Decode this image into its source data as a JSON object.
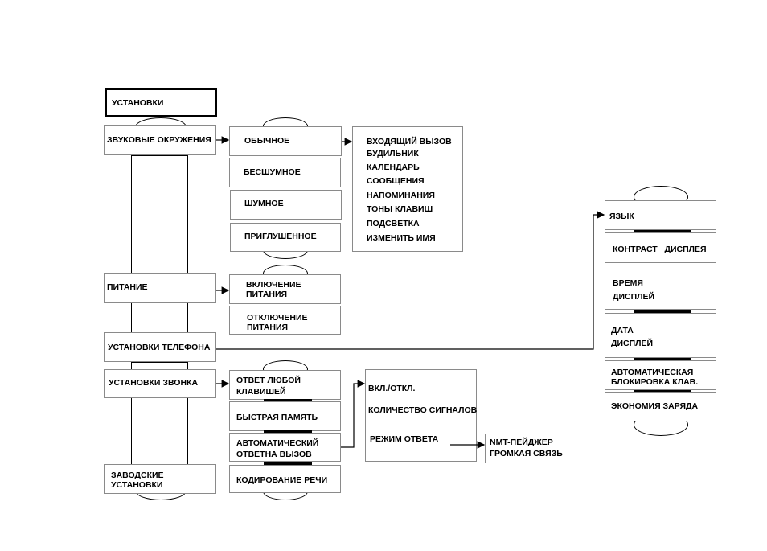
{
  "root": {
    "label": "УСТАНОВКИ"
  },
  "main_menu": [
    {
      "id": "sound",
      "label": "ЗВУКОВЫЕ ОКРУЖЕНИЯ"
    },
    {
      "id": "power",
      "label": "ПИТАНИЕ"
    },
    {
      "id": "phone",
      "label": "УСТАНОВКИ ТЕЛЕФОНА"
    },
    {
      "id": "call",
      "label": "УСТАНОВКИ ЗВОНКА"
    },
    {
      "id": "factory",
      "label_line1": "ЗАВОДСКИЕ",
      "label_line2": "УСТАНОВКИ"
    }
  ],
  "sound_profiles": [
    "ОБЫЧНОЕ",
    "БЕСШУМНОЕ",
    "ШУМНОЕ",
    "ПРИГЛУШЕННОЕ"
  ],
  "profile_options": [
    "ВХОДЯЩИЙ ВЫЗОВ",
    "БУДИЛЬНИК",
    "КАЛЕНДАРЬ",
    "СООБЩЕНИЯ",
    "НАПОМИНАНИЯ",
    "ТОНЫ КЛАВИШ",
    "ПОДСВЕТКА",
    "ИЗМЕНИТЬ ИМЯ"
  ],
  "power_options": [
    {
      "line1": "ВКЛЮЧЕНИЕ",
      "line2": "ПИТАНИЯ"
    },
    {
      "line1": "ОТКЛЮЧЕНИЕ",
      "line2": "ПИТАНИЯ"
    }
  ],
  "call_options": [
    {
      "line1": "ОТВЕТ ЛЮБОЙ",
      "line2": "КЛАВИШЕЙ"
    },
    {
      "line1": "БЫСТРАЯ ПАМЯТЬ",
      "line2": ""
    },
    {
      "line1": "АВТОМАТИЧЕСКИЙ",
      "line2": "ОТВЕТНА ВЫЗОВ"
    },
    {
      "line1": "КОДИРОВАНИЕ РЕЧИ",
      "line2": ""
    }
  ],
  "auto_answer_options": [
    "ВКЛ./ОТКЛ.",
    "КОЛИЧЕСТВО СИГНАЛОВ",
    "РЕЖИМ ОТВЕТА"
  ],
  "answer_modes": [
    "NMT-ПЕЙДЖЕР",
    "ГРОМКАЯ СВЯЗЬ"
  ],
  "phone_settings": [
    {
      "line1": "ЯЗЫК",
      "line2": ""
    },
    {
      "line1": "КОНТРАСТ   ДИСПЛЕЯ",
      "line2": ""
    },
    {
      "line1": "ВРЕМЯ",
      "line2": "ДИСПЛЕЙ"
    },
    {
      "line1": "ДАТА",
      "line2": "ДИСПЛЕЙ"
    },
    {
      "line1": "АВТОМАТИЧЕСКАЯ",
      "line2": "БЛОКИРОВКА КЛАВ."
    },
    {
      "line1": "ЭКОНОМИЯ ЗАРЯДА",
      "line2": ""
    }
  ]
}
